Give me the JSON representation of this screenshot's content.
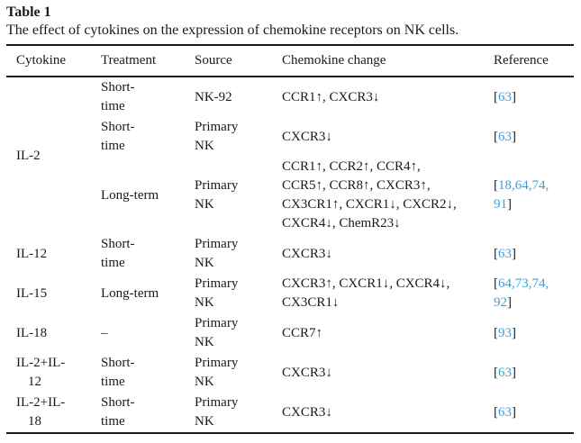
{
  "theme": {
    "link_color": "#3aa0d6",
    "rule_color": "#1a1a1a",
    "text_color": "#1a1a1a",
    "background": "#ffffff"
  },
  "table": {
    "label": "Table 1",
    "caption": "The effect of cytokines on the expression of chemokine receptors on NK cells.",
    "columns": [
      "Cytokine",
      "Treatment",
      "Source",
      "Chemokine change",
      "Reference"
    ],
    "rows": [
      {
        "cytokine": {
          "lines": [
            "IL-2"
          ],
          "rowspan": 3
        },
        "treatment": [
          "Short-",
          "time"
        ],
        "source": [
          "NK-92"
        ],
        "change": [
          "CCR1↑, CXCR3↓"
        ],
        "ref": [
          "63"
        ]
      },
      {
        "treatment": [
          "Short-",
          "time"
        ],
        "source": [
          "Primary",
          "NK"
        ],
        "change": [
          "CXCR3↓"
        ],
        "ref": [
          "63"
        ]
      },
      {
        "treatment": [
          "Long-term"
        ],
        "source": [
          "Primary",
          "NK"
        ],
        "change": [
          "CCR1↑, CCR2↑, CCR4↑,",
          "CCR5↑, CCR8↑, CXCR3↑,",
          "CX3CR1↑, CXCR1↓, CXCR2↓,",
          "CXCR4↓, ChemR23↓"
        ],
        "ref": [
          "18",
          "64",
          "74",
          "91"
        ]
      },
      {
        "cytokine": {
          "lines": [
            "IL-12"
          ],
          "rowspan": 1
        },
        "treatment": [
          "Short-",
          "time"
        ],
        "source": [
          "Primary",
          "NK"
        ],
        "change": [
          "CXCR3↓"
        ],
        "ref": [
          "63"
        ]
      },
      {
        "cytokine": {
          "lines": [
            "IL-15"
          ],
          "rowspan": 1
        },
        "treatment": [
          "Long-term"
        ],
        "source": [
          "Primary",
          "NK"
        ],
        "change": [
          "CXCR3↑, CXCR1↓, CXCR4↓,",
          "CX3CR1↓"
        ],
        "ref": [
          "64",
          "73",
          "74",
          "92"
        ]
      },
      {
        "cytokine": {
          "lines": [
            "IL-18"
          ],
          "rowspan": 1
        },
        "treatment": [
          "–"
        ],
        "source": [
          "Primary",
          "NK"
        ],
        "change": [
          "CCR7↑"
        ],
        "ref": [
          "93"
        ]
      },
      {
        "cytokine": {
          "lines": [
            "IL-2+IL-",
            "12"
          ],
          "rowspan": 1
        },
        "treatment": [
          "Short-",
          "time"
        ],
        "source": [
          "Primary",
          "NK"
        ],
        "change": [
          "CXCR3↓"
        ],
        "ref": [
          "63"
        ]
      },
      {
        "cytokine": {
          "lines": [
            "IL-2+IL-",
            "18"
          ],
          "rowspan": 1
        },
        "treatment": [
          "Short-",
          "time"
        ],
        "source": [
          "Primary",
          "NK"
        ],
        "change": [
          "CXCR3↓"
        ],
        "ref": [
          "63"
        ]
      }
    ]
  }
}
